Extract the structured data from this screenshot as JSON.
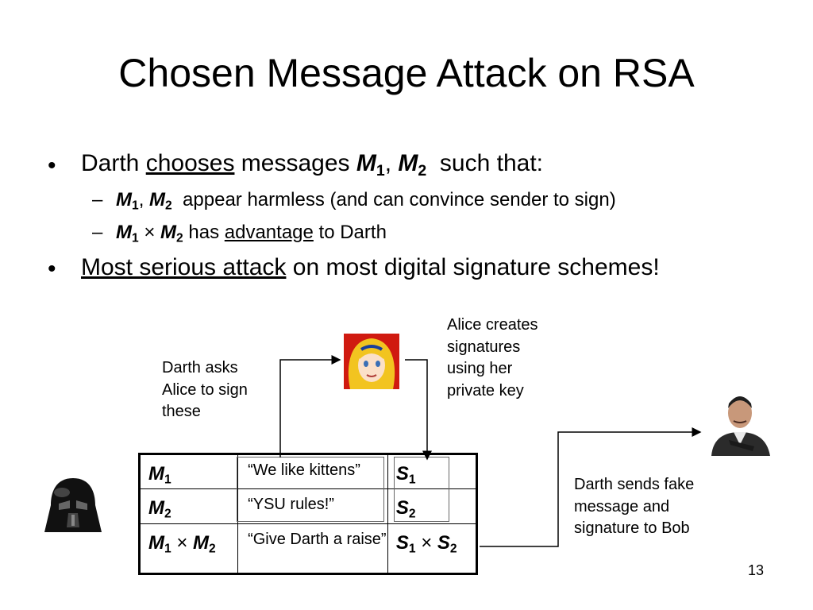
{
  "title": "Chosen Message Attack on RSA",
  "bullets": [
    {
      "pre": "Darth ",
      "u": "chooses",
      "mid": " messages ",
      "m1": "M",
      "s1": "1",
      "sep": ", ",
      "m2": "M",
      "s2": "2",
      "post": "  such that:"
    },
    {
      "m1": "M",
      "s1": "1",
      "sep": ", ",
      "m2": "M",
      "s2": "2",
      "post": "  appear harmless (and can convince sender to sign)"
    },
    {
      "m1": "M",
      "s1": "1",
      "op": " × ",
      "m2": "M",
      "s2": "2",
      "pre": " has ",
      "u": "advantage",
      "post": " to Darth"
    },
    {
      "u": "Most serious attack",
      "post": " on most digital signature schemes!"
    }
  ],
  "bullet_glyph": "•",
  "dash_glyph": "–",
  "captions": {
    "darth_asks": [
      "Darth asks",
      "Alice to sign",
      "these"
    ],
    "alice_creates": [
      "Alice creates",
      "signatures",
      "using her",
      "private key"
    ],
    "darth_sends": [
      "Darth sends fake",
      "message and",
      "signature to Bob"
    ]
  },
  "table": {
    "rows": [
      {
        "m": [
          "M",
          "1"
        ],
        "quote": "“We like kittens”",
        "s": [
          "S",
          "1"
        ]
      },
      {
        "m": [
          "M",
          "2"
        ],
        "quote": "“YSU rules!”",
        "s": [
          "S",
          "2"
        ]
      },
      {
        "m": [
          "M",
          "1",
          "×",
          "M",
          "2"
        ],
        "quote": "“Give Darth a raise”",
        "s": [
          "S",
          "1",
          "×",
          "S",
          "2"
        ]
      }
    ]
  },
  "page_number": "13",
  "images": {
    "darth": "darth-vader-icon",
    "alice": "alice-portrait",
    "bob": "bob-portrait"
  }
}
